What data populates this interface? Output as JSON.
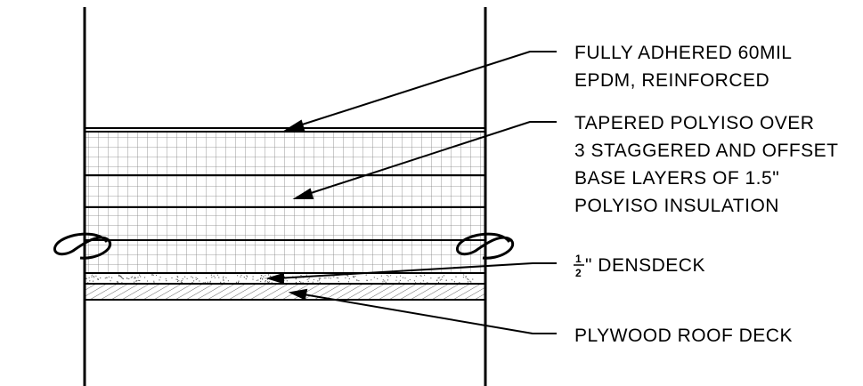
{
  "labels": {
    "membrane": [
      "FULLY ADHERED 60MIL",
      "EPDM, REINFORCED"
    ],
    "insulation": [
      "TAPERED POLYISO OVER",
      "3 STAGGERED AND OFFSET",
      "BASE LAYERS OF 1.5\"",
      "POLYISO INSULATION"
    ],
    "densdeck": {
      "numerator": "1",
      "denominator": "2",
      "text": "\" DENSDECK"
    },
    "deck": [
      "PLYWOOD ROOF DECK"
    ]
  },
  "colors": {
    "line": "#000000",
    "grid": "#808080",
    "background": "#ffffff"
  }
}
